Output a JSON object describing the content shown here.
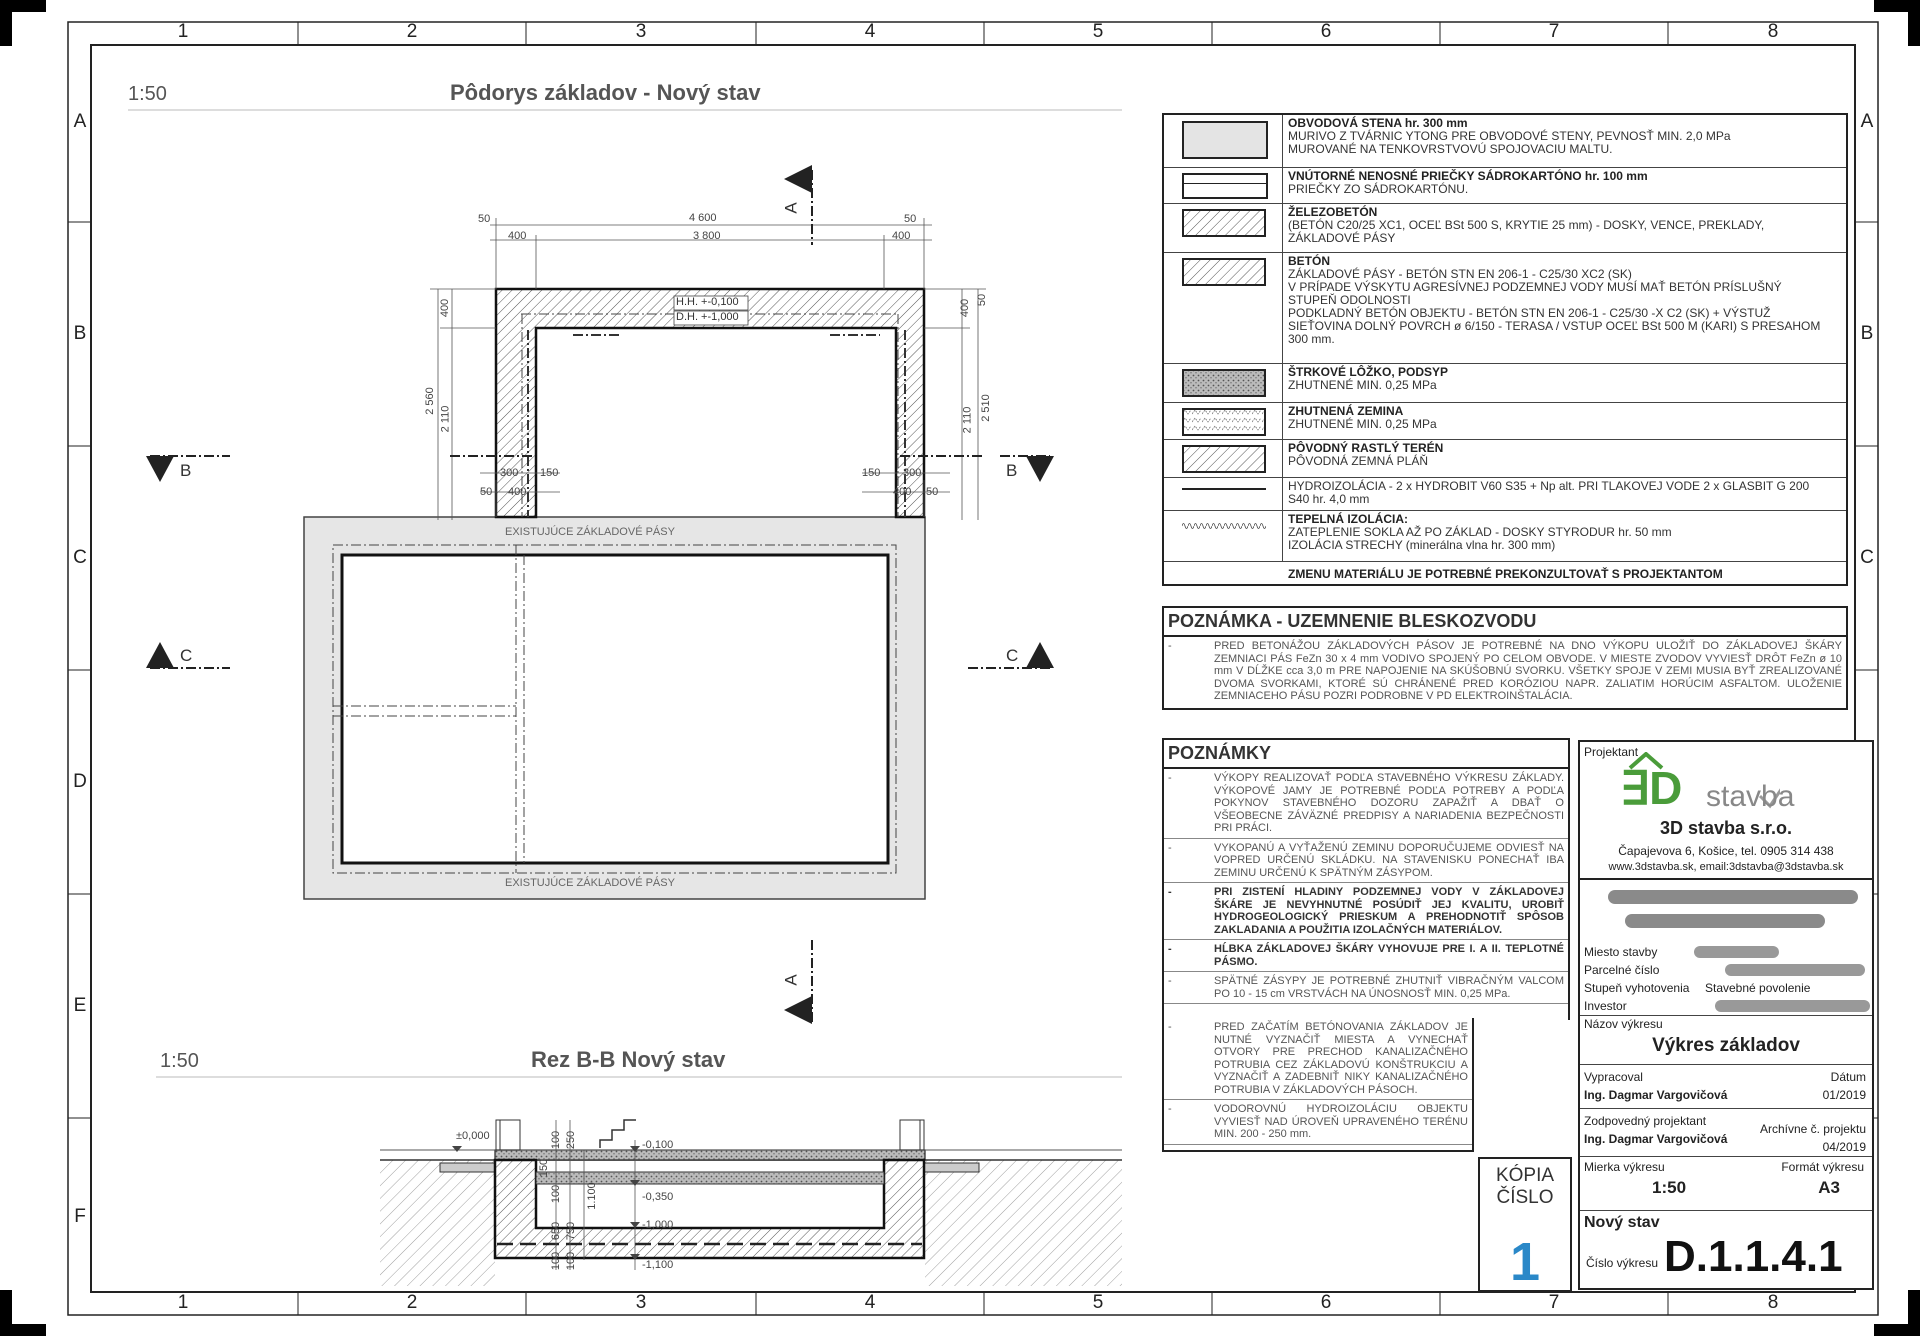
{
  "frame": {
    "columns": [
      "1",
      "2",
      "3",
      "4",
      "5",
      "6",
      "7",
      "8"
    ],
    "rows": [
      "A",
      "B",
      "C",
      "D",
      "E",
      "F"
    ]
  },
  "plan": {
    "scale": "1:50",
    "title": "Pôdorys základov - Nový stav",
    "dims": {
      "top_total": "4 600",
      "top_inner": "3 800",
      "top_left_edge": "50",
      "top_right_edge": "50",
      "top_left_wall": "400",
      "top_right_wall": "400",
      "left_outer": "2 560",
      "left_inner": "2 110",
      "left_top": "400",
      "right_outer": "2 510",
      "right_inner": "2 110",
      "right_top": "400",
      "right_top_small": "50",
      "bot_left_300": "300",
      "bot_left_150": "150",
      "bot_left_50": "50",
      "bot_left_400": "400",
      "bot_right_150": "150",
      "bot_right_300": "300",
      "bot_right_400": "400",
      "bot_right_50": "50"
    },
    "levels": [
      "H.H. +-0,100",
      "D.H. +-1,000"
    ],
    "existing_label": "EXISTUJÚCE ZÁKLADOVÉ PÁSY",
    "section_marks": {
      "a": "A",
      "b": "B",
      "c": "C"
    }
  },
  "section": {
    "scale": "1:50",
    "title": "Rez B-B Nový stav",
    "levels": [
      "±0,000",
      "-0,100",
      "-0,350",
      "-1,000",
      "-1,100"
    ],
    "dims": [
      "100",
      "250",
      "150",
      "100",
      "650",
      "750",
      "1.100",
      "100",
      "100"
    ]
  },
  "legend": [
    {
      "title": "OBVODOVÁ STENA hr. 300 mm",
      "lines": [
        "MURIVO Z TVÁRNIC YTONG PRE OBVODOVÉ STENY, PEVNOSŤ MIN. 2,0 MPa",
        "MUROVANÉ NA TENKOVRSTVOVÚ SPOJOVACIU MALTU."
      ],
      "swatch": "wall"
    },
    {
      "title": "VNÚTORNÉ NENOSNÉ PRIEČKY SÁDROKARTÓNO hr. 100 mm",
      "lines": [
        "PRIEČKY ZO SÁDROKARTÓNU."
      ],
      "swatch": "drywall"
    },
    {
      "title": "ŽELEZOBETÓN",
      "lines": [
        "(BETÓN C20/25 XC1, OCEĽ BSt 500 S, KRYTIE 25 mm) - DOSKY, VENCE, PREKLADY,",
        "ZÁKLADOVÉ PÁSY"
      ],
      "swatch": "rc"
    },
    {
      "title": "BETÓN",
      "lines": [
        "ZÁKLADOVÉ PÁSY - BETÓN STN EN 206-1 - C25/30 XC2 (SK)",
        "V PRÍPADE VÝSKYTU AGRESÍVNEJ PODZEMNEJ VODY MUSÍ MAŤ BETÓN PRÍSLUŠNÝ",
        "STUPEŇ ODOLNOSTI",
        "PODKLADNÝ BETÓN OBJEKTU - BETÓN STN EN 206-1 - C25/30 -X C2 (SK) + VÝSTUŽ",
        "SIEŤOVINA DOLNÝ POVRCH ø 6/150 - TERASA / VSTUP OCEĽ BSt 500 M (KARI) S PRESAHOM",
        "300 mm."
      ],
      "swatch": "concrete"
    },
    {
      "title": "ŠTRKOVÉ LÔŽKO, PODSYP",
      "lines": [
        "ZHUTNENÉ MIN. 0,25 MPa"
      ],
      "swatch": "gravel"
    },
    {
      "title": "ZHUTNENÁ ZEMINA",
      "lines": [
        "ZHUTNENÉ MIN. 0,25 MPa"
      ],
      "swatch": "soil"
    },
    {
      "title": "PÔVODNÝ RASTLÝ TERÉN",
      "lines": [
        "PÔVODNÁ ZEMNÁ PLÁŇ"
      ],
      "swatch": "terrain"
    },
    {
      "title": "",
      "lines": [
        "HYDROIZOLÁCIA - 2 x HYDROBIT V60 S35 + Np alt. PRI TLAKOVEJ VODE 2 x GLASBIT G 200",
        "S40 hr. 4,0 mm"
      ],
      "swatch": "hydro"
    },
    {
      "title": "TEPELNÁ IZOLÁCIA:",
      "lines": [
        "ZATEPLENIE SOKLA AŽ PO ZÁKLAD - DOSKY STYRODUR hr. 50 mm",
        "IZOLÁCIA STRECHY (minerálna vlna hr. 300 mm)"
      ],
      "swatch": "thermal"
    },
    {
      "title": "ZMENU MATERIÁLU JE POTREBNÉ PREKONZULTOVAŤ S PROJEKTANTOM",
      "lines": [],
      "swatch": "none"
    }
  ],
  "note_lightning": {
    "title": "POZNÁMKA - UZEMNENIE BLESKOZVODU",
    "text": "PRED BETONÁŽOU ZÁKLADOVÝCH PÁSOV JE POTREBNÉ NA DNO VÝKOPU ULOŽIŤ DO ZÁKLADOVEJ ŠKÁRY ZEMNIACI PÁS FeZn 30 x 4 mm VODIVO SPOJENÝ PO CELOM OBVODE. V MIESTE ZVODOV VYVIESŤ DRÔT FeZn ø 10 mm V DĹŽKE cca 3,0 m PRE NAPOJENIE NA SKÚŠOBNÚ SVORKU. VŠETKY SPOJE V ZEMI MUSIA BYŤ ZREALIZOVANÉ DVOMA SVORKAMI, KTORÉ SÚ CHRÁNENÉ PRED KORÓZIOU NAPR. ZALIATIM HORÚCIM ASFALTOM. ULOŽENIE ZEMNIACEHO PÁSU POZRI PODROBNE V PD ELEKTROINŠTALÁCIA."
  },
  "notes": {
    "title": "POZNÁMKY",
    "items": [
      {
        "text": "VÝKOPY REALIZOVAŤ PODĽA STAVEBNÉHO VÝKRESU ZÁKLADY. VÝKOPOVÉ JAMY JE POTREBNÉ PODĽA POTREBY A PODĽA POKYNOV STAVEBNÉHO DOZORU ZAPAŽIŤ A DBAŤ O VŠEOBECNE ZÁVÄZNÉ PREDPISY A NARIADENIA BEZPEČNOSTI PRI PRÁCI.",
        "bold": false
      },
      {
        "text": "VYKOPANÚ A VYŤAŽENÚ ZEMINU DOPORUČUJEME ODVIESŤ NA VOPRED URČENÚ SKLÁDKU. NA STAVENISKU PONECHAŤ IBA ZEMINU URČENÚ K SPÄTNÝM ZÁSYPOM.",
        "bold": false
      },
      {
        "text": "PRI ZISTENÍ HLADINY PODZEMNEJ VODY V ZÁKLADOVEJ ŠKÁRE JE NEVYHNUTNÉ POSÚDIŤ JEJ KVALITU, UROBIŤ HYDROGEOLOGICKÝ PRIESKUM A PREHODNOTIŤ SPÔSOB ZAKLADANIA A POUŽITIA IZOLAČNÝCH MATERIÁLOV.",
        "bold": true
      },
      {
        "text": "HĹBKA ZÁKLADOVEJ ŠKÁRY VYHOVUJE PRE I. A II. TEPLOTNÉ PÁSMO.",
        "bold": true
      },
      {
        "text": "SPÄTNÉ ZÁSYPY JE POTREBNÉ ZHUTNIŤ VIBRAČNÝM VALCOM PO 10 - 15 cm VRSTVÁCH NA ÚNOSNOSŤ MIN. 0,25 MPa.",
        "bold": false
      },
      {
        "text": "PRED ZAČATÍM BETÓNOVANIA ZÁKLADOV JE NUTNÉ VYZNAČIŤ MIESTA A VYNECHAŤ OTVORY PRE PRECHOD KANALIZAČNÉHO POTRUBIA CEZ ZÁKLADOVÚ KONŠTRUKCIU A VYZNAČIŤ A ZADEBNIŤ NIKY KANALIZAČNÉHO POTRUBIA V ZÁKLADOVÝCH PÁSOCH.",
        "bold": false
      },
      {
        "text": "VODOROVNÚ HYDROIZOLÁCIU OBJEKTU VYVIESŤ NAD ÚROVEŇ UPRAVENÉHO TERÉNU MIN. 200 - 250 mm.",
        "bold": false
      }
    ]
  },
  "copy_box": {
    "label1": "KÓPIA",
    "label2": "ČÍSLO",
    "number": "1"
  },
  "title_block": {
    "projektant_label": "Projektant",
    "logo_word": "stavba",
    "company": "3D stavba s.r.o.",
    "address": "Čapajevova 6, Košice, tel. 0905 314 438",
    "web": "www.3dstavba.sk, email:3dstavba@3dstavba.sk",
    "miesto_label": "Miesto stavby",
    "parcela_label": "Parcelné číslo",
    "stupen_label": "Stupeň vyhotovenia",
    "stupen_value": "Stavebné povolenie",
    "investor_label": "Investor",
    "nazov_label": "Názov výkresu",
    "nazov_value": "Výkres základov",
    "vypracoval_label": "Vypracoval",
    "vypracoval_value": "Ing. Dagmar Vargovičová",
    "datum_label": "Dátum",
    "datum_value": "01/2019",
    "zodp_label": "Zodpovedný projektant",
    "zodp_value": "Ing. Dagmar Vargovičová",
    "archiv_label": "Archívne č. projektu",
    "archiv_value": "04/2019",
    "mierka_label": "Mierka výkresu",
    "mierka_value": "1:50",
    "format_label": "Formát výkresu",
    "format_value": "A3",
    "stav_value": "Nový stav",
    "cislo_label": "Číslo výkresu",
    "cislo_value": "D.1.1.4.1"
  }
}
